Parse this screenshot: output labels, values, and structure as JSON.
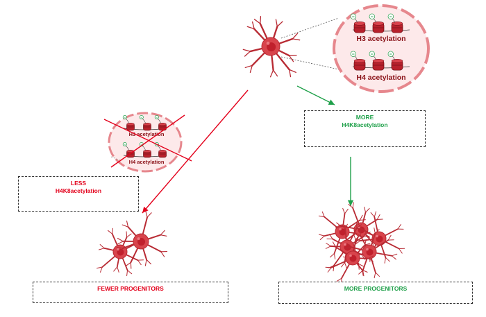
{
  "top_nucleosome": {
    "h3_label": "H3 acetylation",
    "h4_label": "H4 acetylation"
  },
  "left_nucleosome": {
    "h3_label": "H3 acetylation",
    "h4_label": "H4 acetylation"
  },
  "acetyl_mark": "ac",
  "left_box": {
    "line1": "LESS",
    "line2": "H4K8acetylation"
  },
  "right_box": {
    "line1": "MORE",
    "line2": "H4K8acetylation"
  },
  "left_result": {
    "label": "FEWER PROGENITORS"
  },
  "right_result": {
    "label": "MORE PROGENITORS"
  },
  "colors": {
    "cell": "#d8444c",
    "cell_dark": "#b82a33",
    "nucleus": "#c0202c",
    "red_arrow": "#e3001b",
    "green_arrow": "#1fa04a"
  }
}
